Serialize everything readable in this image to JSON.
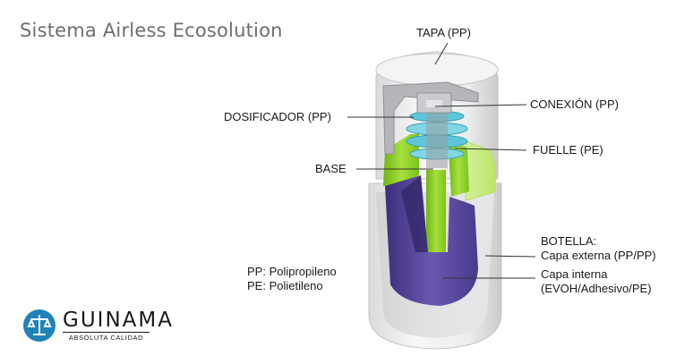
{
  "title": "Sistema Airless Ecosolution",
  "labels": {
    "tapa": "TAPA (PP)",
    "conexion": "CONEXIÓN (PP)",
    "dosificador": "DOSIFICADOR (PP)",
    "fuelle": "FUELLE (PE)",
    "base": "BASE",
    "botella": "BOTELLA:",
    "capa_externa": "Capa externa (PP/PP)",
    "capa_interna": "Capa interna",
    "capa_interna_detail": "(EVOH/Adhesivo/PE)"
  },
  "legend": {
    "pp": "PP: Polipropileno",
    "pe": "PE: Polietileno"
  },
  "logo": {
    "name": "GUINAMA",
    "tagline": "ABSOLUTA CALIDAD"
  },
  "colors": {
    "green": "#8fd12b",
    "purple": "#5b4a9e",
    "cyan": "#5ec6d8",
    "logo_blue": "#1f83b8"
  }
}
